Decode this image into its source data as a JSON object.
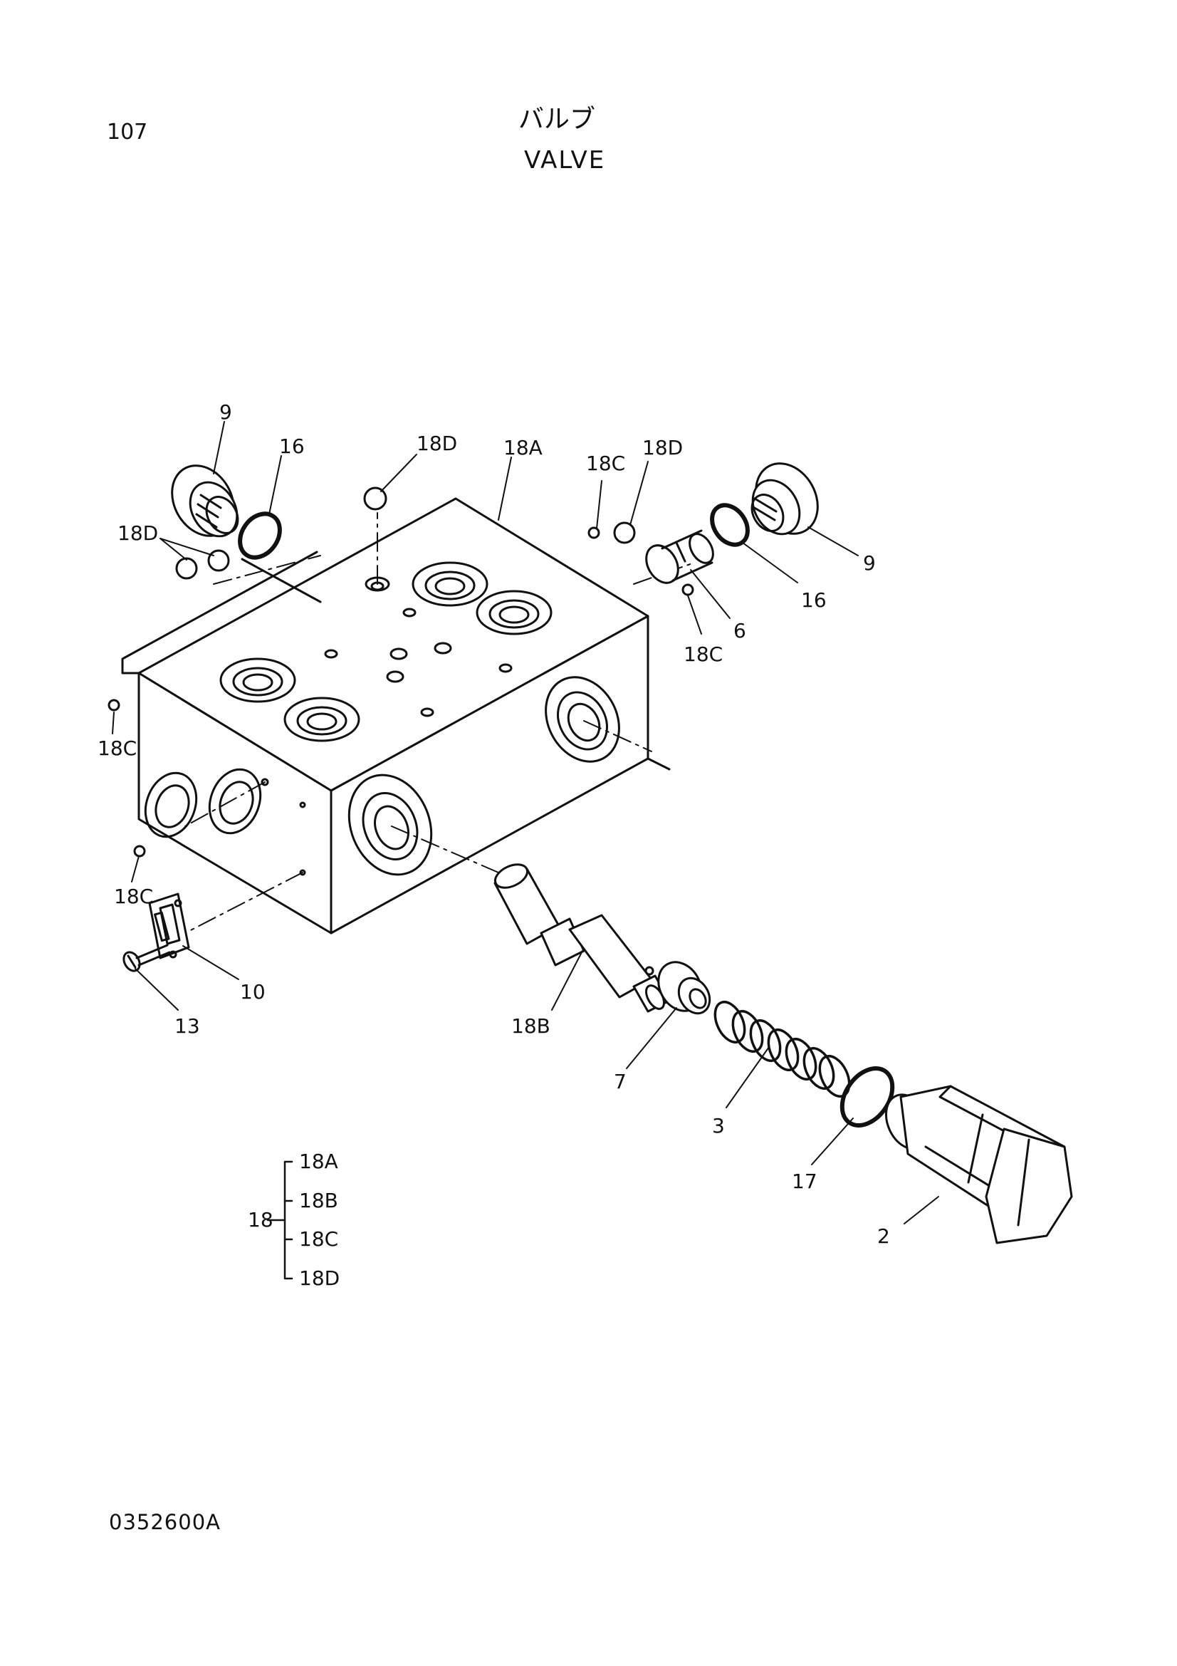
{
  "header": {
    "page_number": "107",
    "title_jp": "バルブ",
    "title_en": "VALVE"
  },
  "footer": {
    "drawing_code": "0352600A"
  },
  "callouts": {
    "c9_left": "9",
    "c16_left": "16",
    "c18D_top": "18D",
    "c18A": "18A",
    "c18C_top": "18C",
    "c18D_right": "18D",
    "c9_right": "9",
    "c16_right": "16",
    "c6": "6",
    "c18C_right": "18C",
    "c18D_left": "18D",
    "c18C_left": "18C",
    "c18C_lower": "18C",
    "c10": "10",
    "c13": "13",
    "c18B": "18B",
    "c7": "7",
    "c3": "3",
    "c17": "17",
    "c2": "2"
  },
  "parts_legend": {
    "parent": "18",
    "children": [
      "18A",
      "18B",
      "18C",
      "18D"
    ]
  }
}
